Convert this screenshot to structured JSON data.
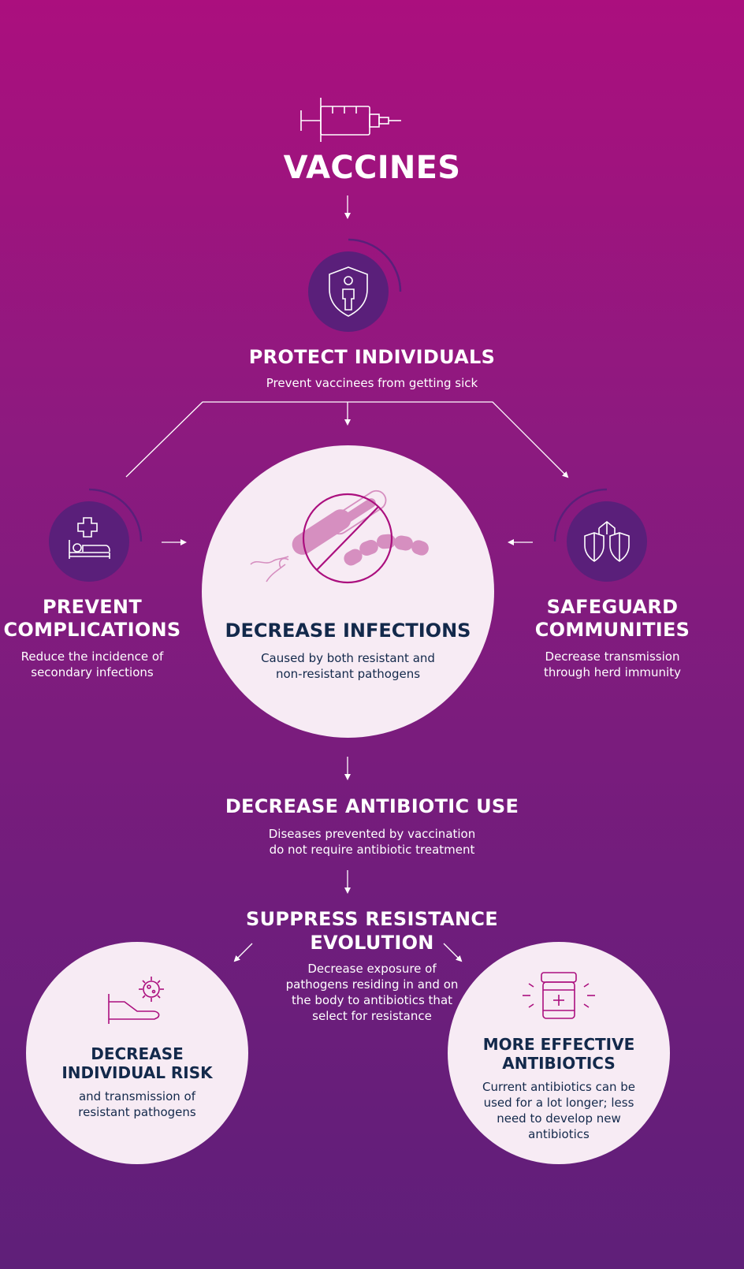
{
  "vaccines": {
    "title": "VACCINES"
  },
  "protect": {
    "title": "PROTECT INDIVIDUALS",
    "subtitle": "Prevent vaccinees from getting sick"
  },
  "complications": {
    "title_line1": "PREVENT",
    "title_line2": "COMPLICATIONS",
    "sub_line1": "Reduce the incidence of",
    "sub_line2": "secondary infections"
  },
  "infections": {
    "title": "DECREASE INFECTIONS",
    "sub_line1": "Caused by both resistant and",
    "sub_line2": "non-resistant pathogens"
  },
  "communities": {
    "title_line1": "SAFEGUARD",
    "title_line2": "COMMUNITIES",
    "sub_line1": "Decrease transmission",
    "sub_line2": "through herd immunity"
  },
  "antibiotic_use": {
    "title": "DECREASE ANTIBIOTIC USE",
    "sub_line1": "Diseases prevented by vaccination",
    "sub_line2": "do not require antibiotic treatment"
  },
  "suppress": {
    "title_line1": "SUPPRESS RESISTANCE",
    "title_line2": "EVOLUTION",
    "sub_line1": "Decrease exposure of",
    "sub_line2": "pathogens residing in and on",
    "sub_line3": "the body to antibiotics that",
    "sub_line4": "select for resistance"
  },
  "individual_risk": {
    "title_line1": "DECREASE",
    "title_line2": "INDIVIDUAL RISK",
    "sub_line1": "and transmission of",
    "sub_line2": "resistant pathogens"
  },
  "effective": {
    "title_line1": "MORE EFFECTIVE",
    "title_line2": "ANTIBIOTICS",
    "sub_line1": "Current antibiotics can be",
    "sub_line2": "used for a lot longer; less",
    "sub_line3": "need to develop new",
    "sub_line4": "antibiotics"
  },
  "colors": {
    "accent_magenta": "#ab0f7e",
    "disc_purple": "#5a1f7a",
    "dark_text": "#13294b",
    "light_circle": "#f7ebf4"
  }
}
